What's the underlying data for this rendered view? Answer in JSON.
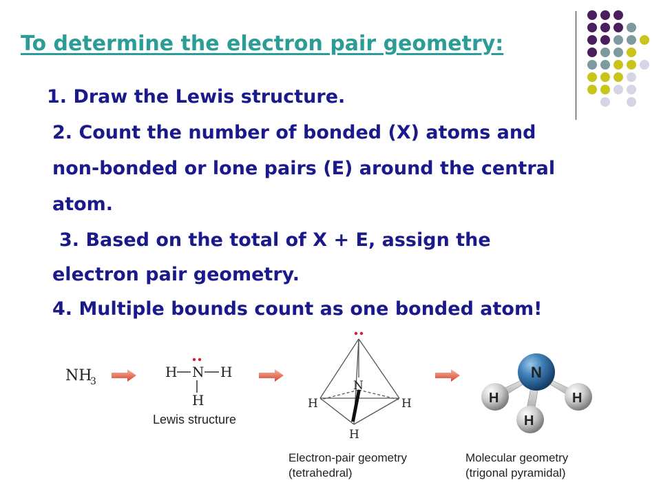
{
  "slide": {
    "title": "To determine the electron pair geometry:",
    "steps": [
      "1. Draw the Lewis structure.",
      "2. Count the number of bonded (X) atoms and",
      "non-bonded or lone pairs (E) around the central",
      "atom.",
      "3. Based on the total of X + E, assign the",
      "electron pair geometry.",
      "4. Multiple bounds count as one bonded atom!"
    ],
    "colors": {
      "title": "#2a9d96",
      "body": "#1a1a8c",
      "purple": "#4b1f5e",
      "teal": "#7d9b9e",
      "yellow": "#c9c419",
      "lavender": "#d6d4e6"
    }
  },
  "diagram": {
    "formula_main": "NH",
    "formula_sub": "3",
    "lewis": {
      "n": "N",
      "h_left": "H",
      "h_right": "H",
      "h_bottom": "H",
      "caption": "Lewis structure"
    },
    "tetra": {
      "n": "N",
      "h_left": "H",
      "h_right": "H",
      "h_bottom": "H",
      "caption_1": "Electron-pair geometry",
      "caption_2": "(tetrahedral)"
    },
    "molecular": {
      "n": "N",
      "h_left": "H",
      "h_right": "H",
      "h_bottom": "H",
      "caption_1": "Molecular geometry",
      "caption_2": "(trigonal pyramidal)"
    }
  }
}
